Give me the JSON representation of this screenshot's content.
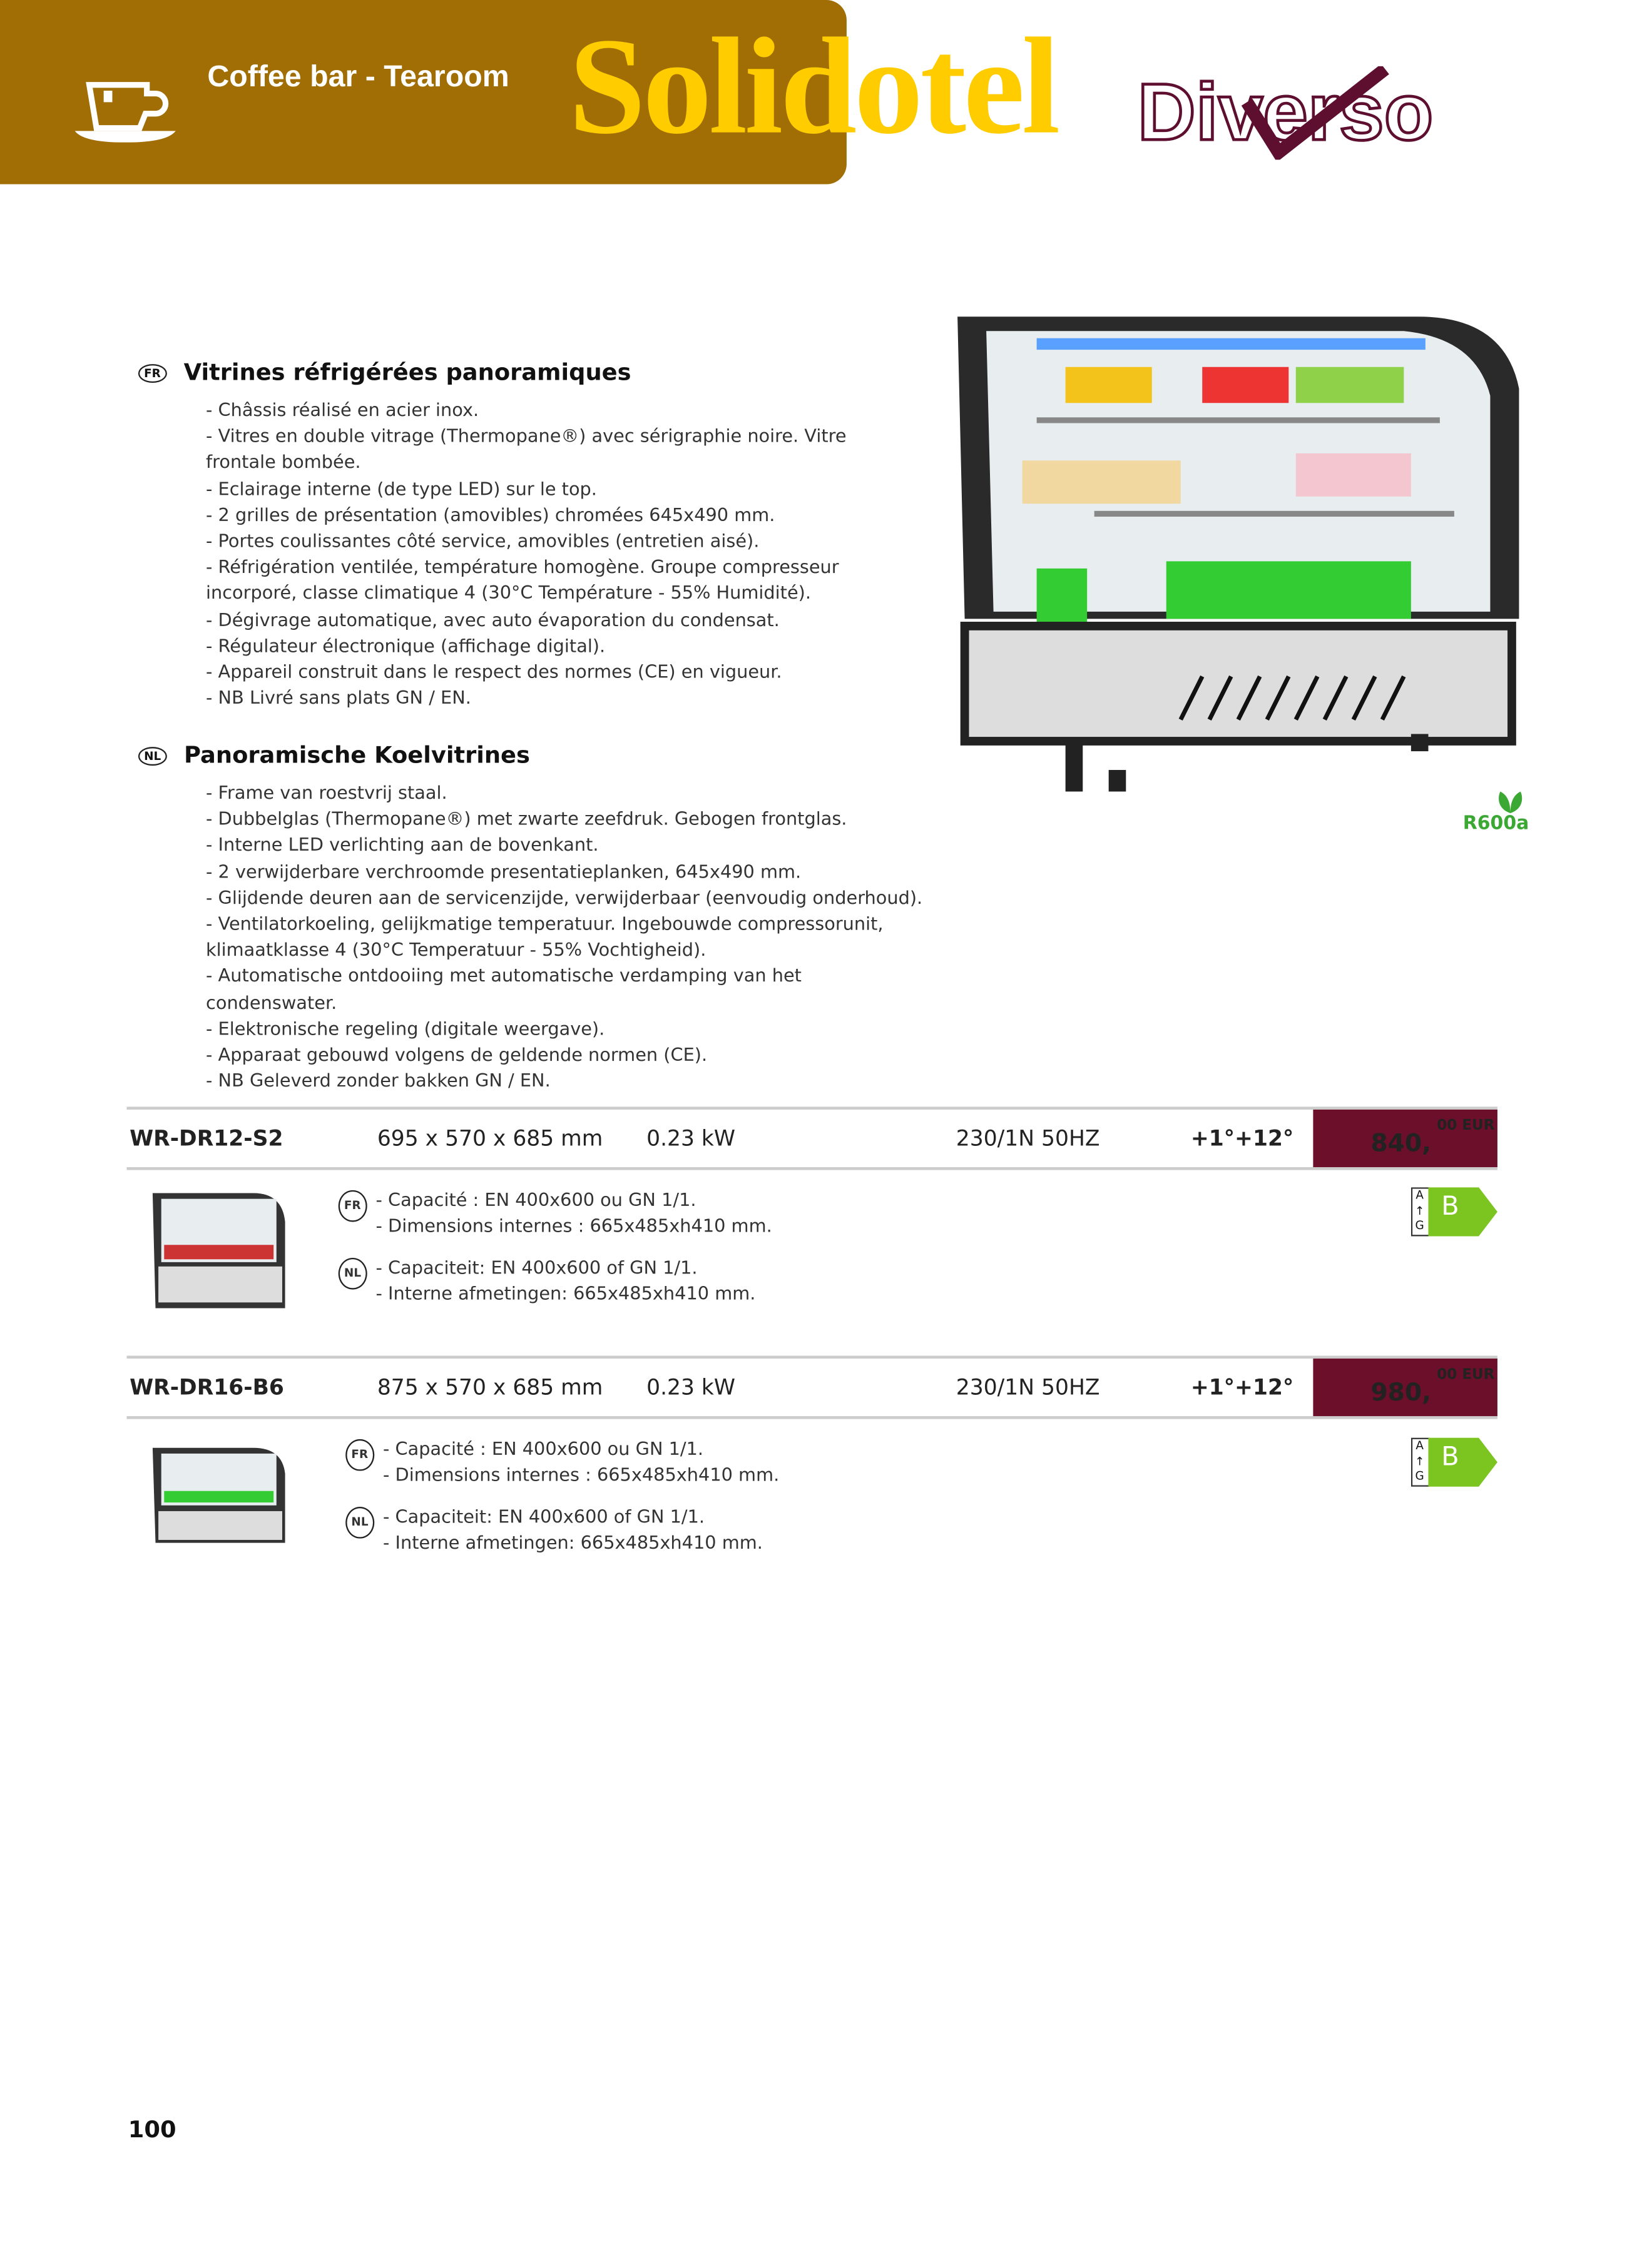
{
  "header": {
    "section_title": "Coffee bar - Tearoom",
    "brand_logo": "Solidotel",
    "sub_brand_logo": "Diverso"
  },
  "fr": {
    "flag": "FR",
    "title": "Vitrines réfrigérées panoramiques",
    "lines": [
      "- Châssis réalisé en acier inox.",
      "- Vitres en double vitrage (Thermopane®) avec sérigraphie noire. Vitre",
      "frontale bombée.",
      "- Eclairage interne (de type LED) sur le top.",
      "- 2 grilles de présentation (amovibles) chromées 645x490 mm.",
      "- Portes coulissantes côté service, amovibles (entretien aisé).",
      "- Réfrigération ventilée, température homogène. Groupe compresseur",
      "incorporé, classe climatique 4 (30°C Température - 55% Humidité).",
      "- Dégivrage automatique, avec auto évaporation du condensat.",
      "- Régulateur électronique (affichage digital).",
      "- Appareil construit dans le respect des normes (CE) en vigueur.",
      "- NB Livré sans plats GN / EN."
    ]
  },
  "nl": {
    "flag": "NL",
    "title": "Panoramische Koelvitrines",
    "lines": [
      "- Frame van roestvrij staal.",
      "- Dubbelglas (Thermopane®) met zwarte zeefdruk. Gebogen frontglas.",
      "- Interne LED verlichting aan de bovenkant.",
      "- 2 verwijderbare verchroomde presentatieplanken, 645x490 mm.",
      "- Glijdende deuren aan de servicenzijde, verwijderbaar (eenvoudig onderhoud).",
      "- Ventilatorkoeling, gelijkmatige temperatuur. Ingebouwde compressorunit,",
      "klimaatklasse 4 (30°C Temperatuur - 55% Vochtigheid).",
      "- Automatische ontdooiing met automatische verdamping van het",
      "condenswater.",
      "- Elektronische regeling (digitale weergave).",
      "- Apparaat gebouwd volgens de geldende normen (CE).",
      "- NB Geleverd zonder bakken GN / EN."
    ]
  },
  "refrigerant": "R600a",
  "products": [
    {
      "code": "WR-DR12-S2",
      "dims": "695 x 570 x 685 mm",
      "power": "0.23 kW",
      "voltage": "230/1N 50HZ",
      "temp": "+1°+12°",
      "price": "840,",
      "cents_currency": "00 EUR",
      "energy_class": "B",
      "energy_scale": "A↑G",
      "fr": [
        "- Capacité : EN 400x600 ou GN 1/1.",
        "- Dimensions internes : 665x485xh410 mm."
      ],
      "nl": [
        "- Capaciteit: EN 400x600 of GN 1/1.",
        "- Interne afmetingen: 665x485xh410 mm."
      ]
    },
    {
      "code": "WR-DR16-B6",
      "dims": "875 x 570 x 685 mm",
      "power": "0.23 kW",
      "voltage": "230/1N 50HZ",
      "temp": "+1°+12°",
      "price": "980,",
      "cents_currency": "00 EUR",
      "energy_class": "B",
      "energy_scale": "A↑G",
      "fr": [
        "- Capacité : EN 400x600 ou GN 1/1.",
        "- Dimensions internes : 665x485xh410 mm."
      ],
      "nl": [
        "- Capaciteit: EN 400x600 of GN 1/1.",
        "- Interne afmetingen: 665x485xh410 mm."
      ]
    }
  ],
  "page_number": "100"
}
